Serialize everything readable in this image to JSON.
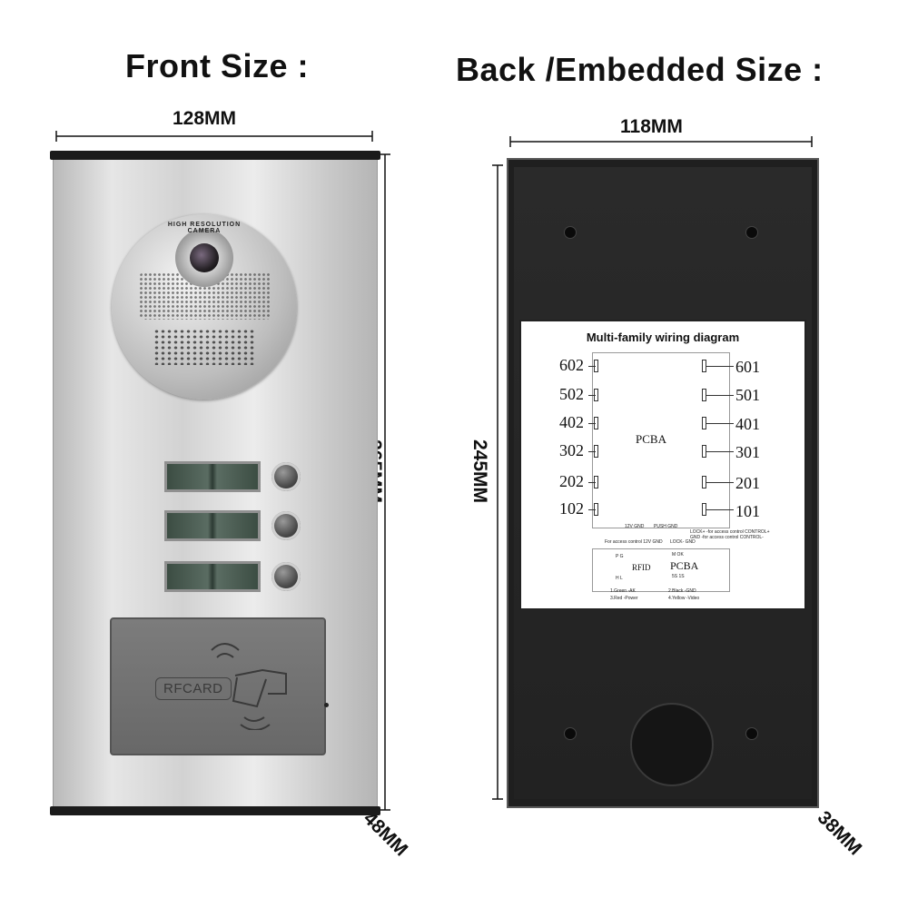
{
  "front": {
    "title": "Front Size  :",
    "width_label": "128MM",
    "height_label": "265MM",
    "depth_label": "48MM",
    "camera_text": "HIGH RESOLUTION CAMERA",
    "rfid_label": "RFCARD"
  },
  "back": {
    "title": "Back /Embedded Size  :",
    "width_label": "118MM",
    "height_label": "245MM",
    "depth_label": "38MM"
  },
  "diagram": {
    "title": "Multi-family wiring diagram",
    "pcba": "PCBA",
    "left_units": [
      "602",
      "502",
      "402",
      "302",
      "202",
      "102"
    ],
    "right_units": [
      "601",
      "501",
      "401",
      "301",
      "201",
      "101"
    ],
    "power_label": "12V GND",
    "push_label": "PUSH GND",
    "lock_label1": "LOCK+ -for access control CONTROL+",
    "lock_label2": "GND  -for access control CONTROL-",
    "access_label": "For access control 12V GND",
    "lock_gnd_label": "LOCK- GND",
    "rfid": "RFID",
    "pcba2": "PCBA",
    "pg_label": "P G",
    "hl_label": "H L",
    "mok_label": "M OK",
    "ss_label": "5S 1S",
    "wire_legend": [
      "1.Green   -AK",
      "3.Red   -Power",
      "2.Black   -GND",
      "4.Yellow   -Video"
    ]
  },
  "colors": {
    "panel_silver": "#d9d9d9",
    "back_black": "#1f1f1f",
    "text": "#111111"
  }
}
